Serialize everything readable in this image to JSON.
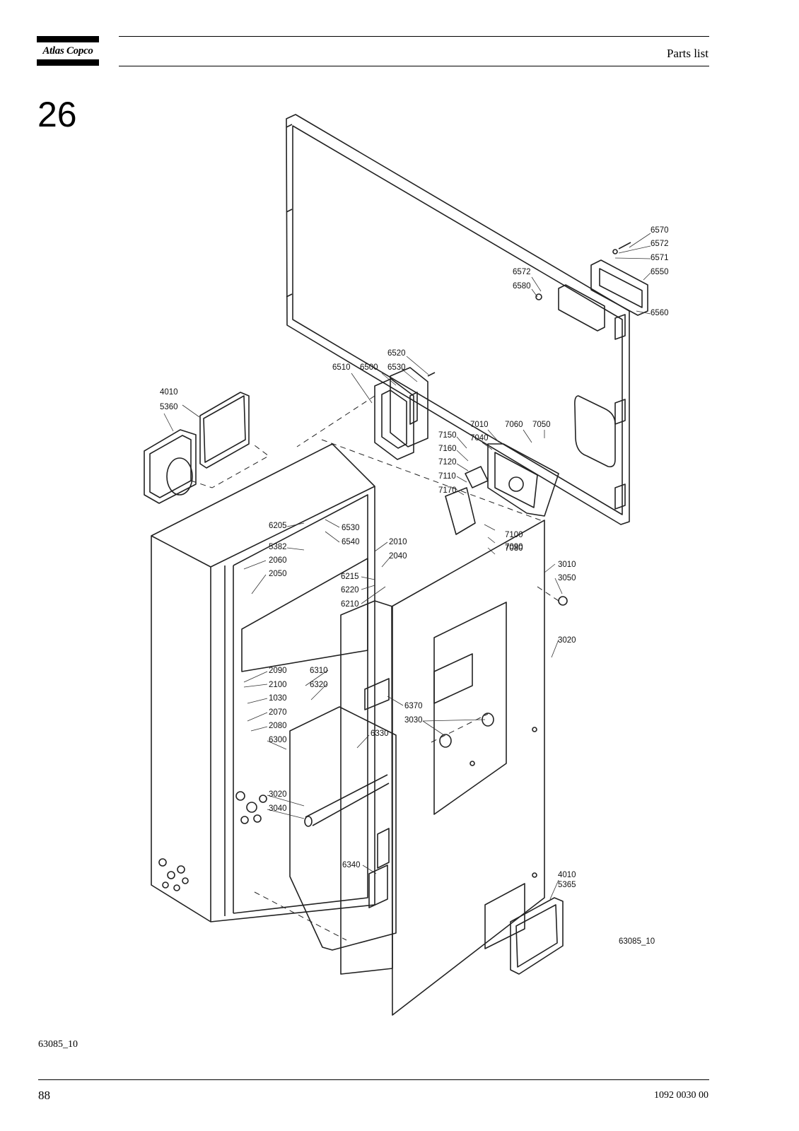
{
  "header": {
    "brand": "Atlas Copco",
    "title": "Parts list"
  },
  "section_number": "26",
  "figure": {
    "drawing_ref": "63085_10",
    "callouts": [
      "6570",
      "6572",
      "6571",
      "6550",
      "6572",
      "6580",
      "6560",
      "6520",
      "6510",
      "6500",
      "6530",
      "4010",
      "5360",
      "7010",
      "7060",
      "7050",
      "7150",
      "7040",
      "7160",
      "7120",
      "7110",
      "7170",
      "6205",
      "6530",
      "6540",
      "5382",
      "2060",
      "2050",
      "2010",
      "2040",
      "7090",
      "7100",
      "7080",
      "6215",
      "6220",
      "6210",
      "3010",
      "3050",
      "3020",
      "2090",
      "6310",
      "2100",
      "6320",
      "1030",
      "2070",
      "2080",
      "6370",
      "3030",
      "6330",
      "6300",
      "3020",
      "3040",
      "6340",
      "4010",
      "5365"
    ]
  },
  "footer": {
    "caption": "63085_10",
    "page_number": "88",
    "doc_number": "1092 0030 00"
  }
}
